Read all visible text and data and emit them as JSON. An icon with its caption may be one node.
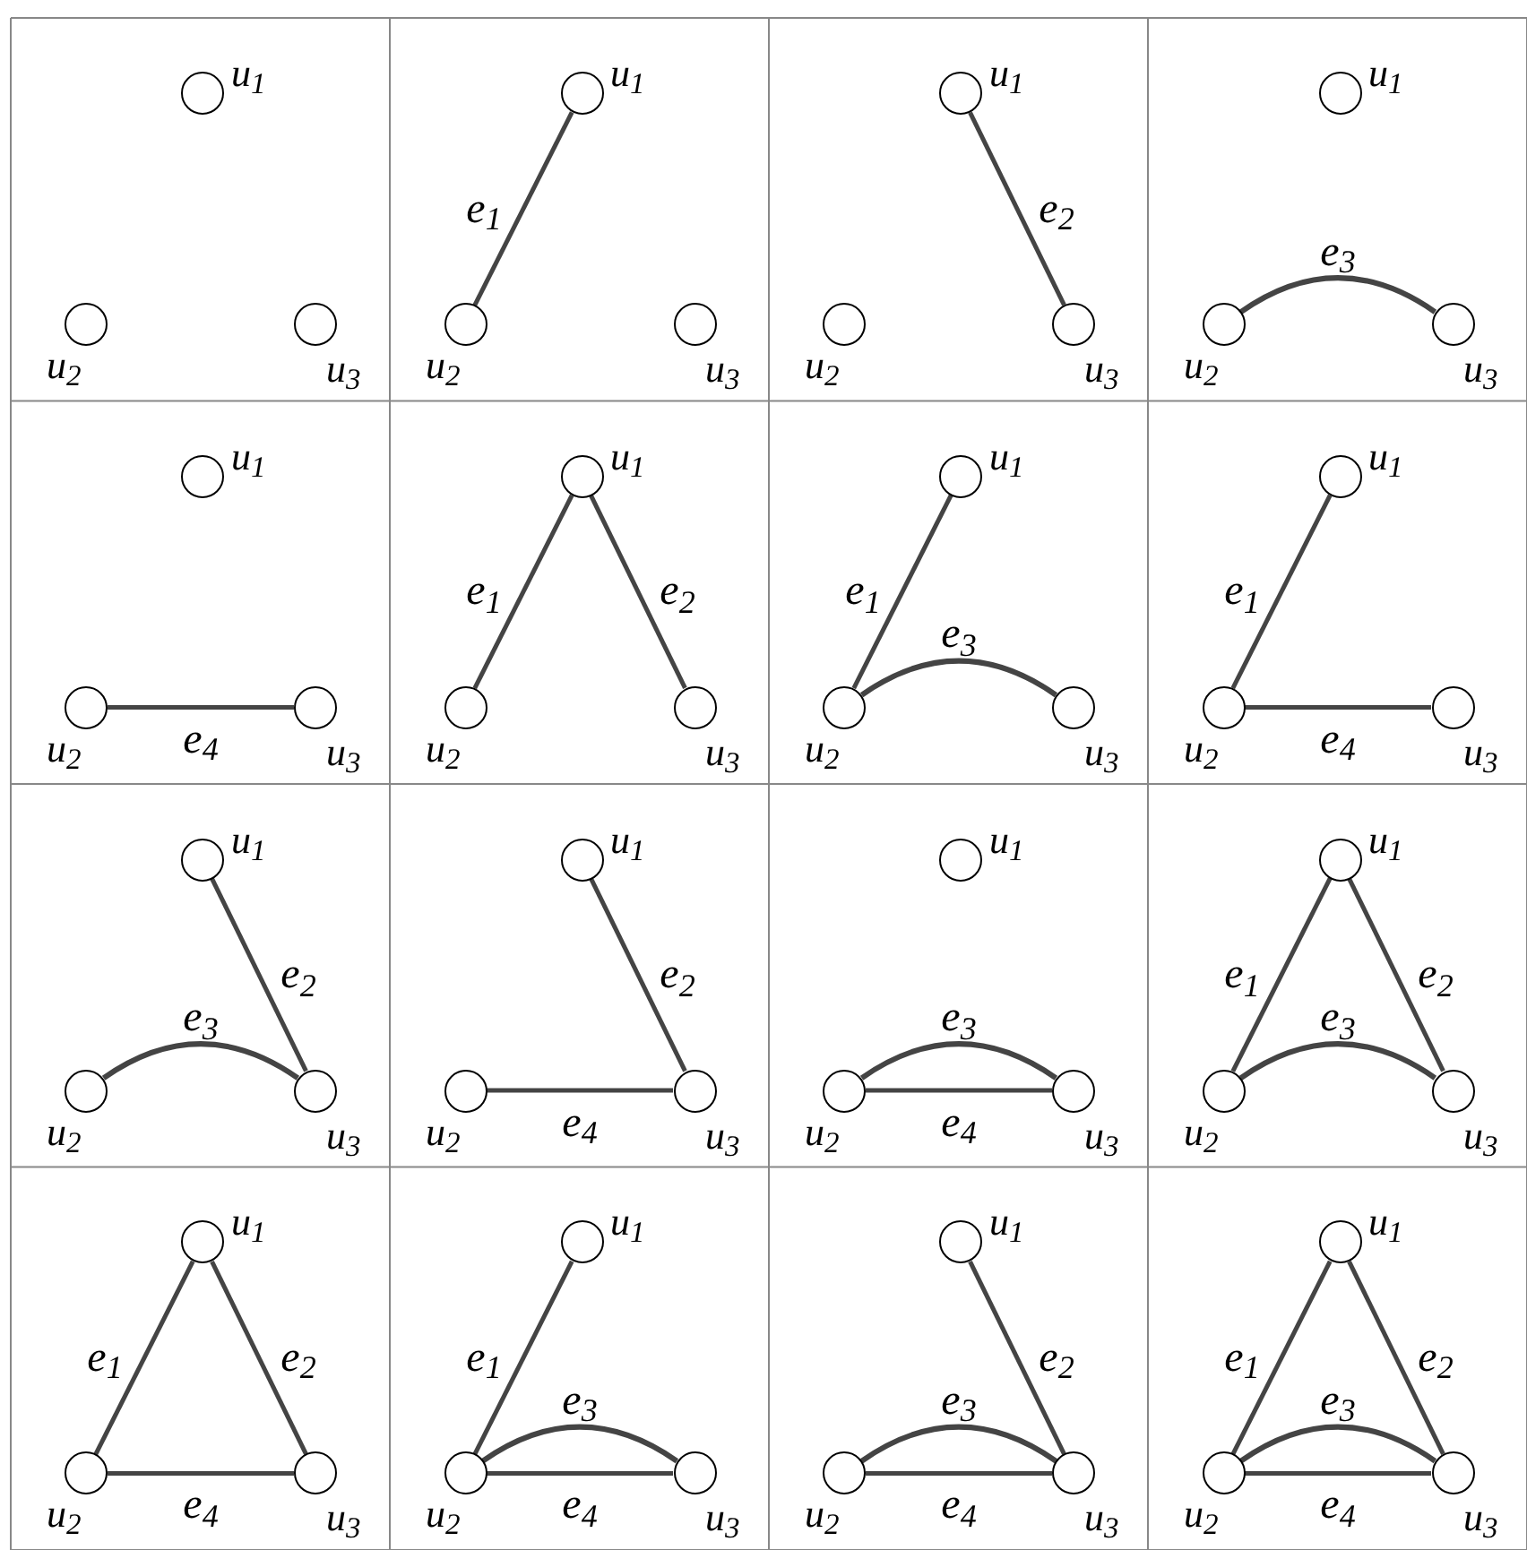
{
  "diagram": {
    "nodes": [
      {
        "text": [],
        "shape": "circle",
        "beside": [
          "u$_{1}$"
        ]
      },
      {
        "text": [],
        "shape": "circle",
        "beside": [
          "u$_{2}$"
        ]
      },
      {
        "text": [],
        "shape": "circle",
        "beside": [
          "u$_{3}$"
        ]
      },
      {
        "text": [],
        "shape": "circle",
        "beside": [
          "u$_{1}$"
        ]
      },
      {
        "text": [],
        "shape": "circle",
        "beside": [
          "u$_{2}$"
        ]
      },
      {
        "text": [],
        "shape": "circle",
        "beside": [
          "u$_{3}$"
        ]
      },
      {
        "text": [],
        "shape": "circle",
        "beside": [
          "u$_{1}$"
        ]
      },
      {
        "text": [],
        "shape": "circle",
        "beside": [
          "u$_{2}$"
        ]
      },
      {
        "text": [],
        "shape": "circle",
        "beside": [
          "u$_{3}$"
        ]
      },
      {
        "text": [],
        "shape": "circle",
        "beside": [
          "u$_{1}$"
        ]
      },
      {
        "text": [],
        "shape": "circle",
        "beside": [
          "u$_{2}$"
        ]
      },
      {
        "text": [],
        "shape": "circle",
        "beside": [
          "u$_{3}$"
        ]
      },
      {
        "text": [],
        "shape": "circle",
        "beside": [
          "u$_{1}$"
        ]
      },
      {
        "text": [],
        "shape": "circle",
        "beside": [
          "u$_{2}$"
        ]
      },
      {
        "text": [],
        "shape": "circle",
        "beside": [
          "u$_{3}$"
        ]
      },
      {
        "text": [],
        "shape": "circle",
        "beside": [
          "u$_{1}$"
        ]
      },
      {
        "text": [],
        "shape": "circle",
        "beside": [
          "u$_{2}$"
        ]
      },
      {
        "text": [],
        "shape": "circle",
        "beside": [
          "u$_{3}$"
        ]
      },
      {
        "text": [],
        "shape": "circle",
        "beside": [
          "u$_{1}$"
        ]
      },
      {
        "text": [],
        "shape": "circle",
        "beside": [
          "u$_{2}$"
        ]
      },
      {
        "text": [],
        "shape": "circle",
        "beside": [
          "u$_{3}$"
        ]
      },
      {
        "text": [],
        "shape": "circle",
        "beside": [
          "u$_{1}$"
        ]
      },
      {
        "text": [],
        "shape": "circle",
        "beside": [
          "u$_{2}$"
        ]
      },
      {
        "text": [],
        "shape": "circle",
        "beside": [
          "u$_{3}$"
        ]
      },
      {
        "text": [],
        "shape": "circle",
        "beside": [
          "u$_{1}$"
        ]
      },
      {
        "text": [],
        "shape": "circle",
        "beside": [
          "u$_{2}$"
        ]
      },
      {
        "text": [],
        "shape": "circle",
        "beside": [
          "u$_{3}$"
        ]
      },
      {
        "text": [],
        "shape": "circle",
        "beside": [
          "u$_{1}$"
        ]
      },
      {
        "text": [],
        "shape": "circle",
        "beside": [
          "u$_{2}$"
        ]
      },
      {
        "text": [],
        "shape": "circle",
        "beside": [
          "u$_{3}$"
        ]
      },
      {
        "text": [],
        "shape": "circle",
        "beside": [
          "u$_{1}$"
        ]
      },
      {
        "text": [],
        "shape": "circle",
        "beside": [
          "u$_{2}$"
        ]
      },
      {
        "text": [],
        "shape": "circle",
        "beside": [
          "u$_{3}$"
        ]
      },
      {
        "text": [],
        "shape": "circle",
        "beside": [
          "u$_{1}$"
        ]
      },
      {
        "text": [],
        "shape": "circle",
        "beside": [
          "u$_{2}$"
        ]
      },
      {
        "text": [],
        "shape": "circle",
        "beside": [
          "u$_{3}$"
        ]
      },
      {
        "text": [],
        "shape": "circle",
        "beside": [
          "u$_{1}$"
        ]
      },
      {
        "text": [],
        "shape": "circle",
        "beside": [
          "u$_{2}$"
        ]
      },
      {
        "text": [],
        "shape": "circle",
        "beside": [
          "u$_{3}$"
        ]
      },
      {
        "text": [],
        "shape": "circle",
        "beside": [
          "u$_{1}$"
        ]
      },
      {
        "text": [],
        "shape": "circle",
        "beside": [
          "u$_{2}$"
        ]
      },
      {
        "text": [],
        "shape": "circle",
        "beside": [
          "u$_{3}$"
        ]
      },
      {
        "text": [],
        "shape": "circle",
        "beside": [
          "u$_{1}$"
        ]
      },
      {
        "text": [],
        "shape": "circle",
        "beside": [
          "u$_{2}$"
        ]
      },
      {
        "text": [],
        "shape": "circle",
        "beside": [
          "u$_{3}$"
        ]
      },
      {
        "text": [],
        "shape": "circle",
        "beside": [
          "u$_{1}$"
        ]
      },
      {
        "text": [],
        "shape": "circle",
        "beside": [
          "u$_{2}$"
        ]
      },
      {
        "text": [],
        "shape": "circle",
        "beside": [
          "u$_{3}$"
        ]
      }
    ],
    "edges": [
      {
        "from": 3,
        "to": 4,
        "arrow": "none",
        "label": "e$_{1}$"
      },
      {
        "from": 6,
        "to": 8,
        "arrow": "none",
        "label": "e$_{2}$"
      },
      {
        "from": 10,
        "to": 11,
        "arrow": "none",
        "label": "e$_{3}$"
      },
      {
        "from": 13,
        "to": 14,
        "arrow": "none",
        "label": "e$_{4}$"
      },
      {
        "from": 15,
        "to": 16,
        "arrow": "none",
        "label": "e$_{1}$"
      },
      {
        "from": 15,
        "to": 17,
        "arrow": "none",
        "label": "e$_{2}$"
      },
      {
        "from": 18,
        "to": 19,
        "arrow": "none",
        "label": "e$_{1}$"
      },
      {
        "from": 19,
        "to": 20,
        "arrow": "none",
        "label": "e$_{3}$"
      },
      {
        "from": 21,
        "to": 22,
        "arrow": "none",
        "label": "e$_{1}$"
      },
      {
        "from": 22,
        "to": 23,
        "arrow": "none",
        "label": "e$_{4}$"
      },
      {
        "from": 24,
        "to": 26,
        "arrow": "none",
        "label": "e$_{2}$"
      },
      {
        "from": 25,
        "to": 26,
        "arrow": "none",
        "label": "e$_{3}$"
      },
      {
        "from": 27,
        "to": 29,
        "arrow": "none",
        "label": "e$_{2}$"
      },
      {
        "from": 28,
        "to": 29,
        "arrow": "none",
        "label": "e$_{4}$"
      },
      {
        "from": 31,
        "to": 32,
        "arrow": "none",
        "label": "e$_{3}$"
      },
      {
        "from": 31,
        "to": 32,
        "arrow": "none",
        "label": "e$_{4}$"
      },
      {
        "from": 33,
        "to": 34,
        "arrow": "none",
        "label": "e$_{1}$"
      },
      {
        "from": 33,
        "to": 35,
        "arrow": "none",
        "label": "e$_{2}$"
      },
      {
        "from": 34,
        "to": 35,
        "arrow": "none",
        "label": "e$_{3}$"
      },
      {
        "from": 36,
        "to": 37,
        "arrow": "none",
        "label": "e$_{1}$"
      },
      {
        "from": 36,
        "to": 38,
        "arrow": "none",
        "label": "e$_{2}$"
      },
      {
        "from": 37,
        "to": 38,
        "arrow": "none",
        "label": "e$_{4}$"
      },
      {
        "from": 39,
        "to": 40,
        "arrow": "none",
        "label": "e$_{1}$"
      },
      {
        "from": 40,
        "to": 41,
        "arrow": "none",
        "label": "e$_{3}$"
      },
      {
        "from": 40,
        "to": 41,
        "arrow": "none",
        "label": "e$_{4}$"
      },
      {
        "from": 42,
        "to": 44,
        "arrow": "none",
        "label": "e$_{2}$"
      },
      {
        "from": 43,
        "to": 44,
        "arrow": "none",
        "label": "e$_{3}$"
      },
      {
        "from": 43,
        "to": 44,
        "arrow": "none",
        "label": "e$_{4}$"
      },
      {
        "from": 45,
        "to": 46,
        "arrow": "none",
        "label": "e$_{1}$"
      },
      {
        "from": 45,
        "to": 47,
        "arrow": "none",
        "label": "e$_{2}$"
      },
      {
        "from": 46,
        "to": 47,
        "arrow": "none",
        "label": "e$_{3}$"
      },
      {
        "from": 46,
        "to": 47,
        "arrow": "none",
        "label": "e$_{4}$"
      }
    ]
  }
}
